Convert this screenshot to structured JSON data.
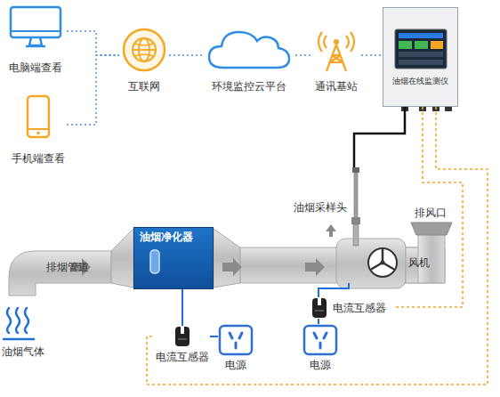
{
  "diagram": {
    "nodes": [
      {
        "text": [
          "电脑端查看"
        ]
      },
      {
        "text": [
          "手机端查看"
        ]
      },
      {
        "text": [
          "互联网"
        ]
      },
      {
        "text": [
          "环境监控云平台"
        ]
      },
      {
        "text": [
          "通讯基站"
        ]
      },
      {
        "text": [
          "油烟在线监测仪"
        ]
      },
      {
        "text": [
          "油烟净化器"
        ]
      },
      {
        "text": [
          "油烟采样头"
        ]
      },
      {
        "text": [
          "风机"
        ]
      },
      {
        "text": [
          "电流互感器"
        ]
      },
      {
        "text": [
          "电源"
        ]
      },
      {
        "text": [
          "电流互感器"
        ]
      },
      {
        "text": [
          "电源"
        ]
      }
    ],
    "edges": [
      {
        "from": 0,
        "to": 2,
        "arrow": "none"
      },
      {
        "from": 1,
        "to": 2,
        "arrow": "none"
      },
      {
        "from": 2,
        "to": 3,
        "arrow": "none"
      },
      {
        "from": 3,
        "to": 4,
        "arrow": "none"
      },
      {
        "from": 4,
        "to": 5,
        "arrow": "none"
      },
      {
        "from": 5,
        "to": 7,
        "arrow": "none"
      },
      {
        "from": 5,
        "to": 9,
        "arrow": "none"
      },
      {
        "from": 5,
        "to": 11,
        "arrow": "none"
      },
      {
        "from": 6,
        "to": 9,
        "arrow": "none"
      },
      {
        "from": 9,
        "to": 10,
        "arrow": "none"
      },
      {
        "from": 8,
        "to": 11,
        "arrow": "none"
      },
      {
        "from": 11,
        "to": 12,
        "arrow": "none"
      }
    ],
    "labels": [
      "排烟管道",
      "油烟气体",
      "排风口"
    ]
  }
}
